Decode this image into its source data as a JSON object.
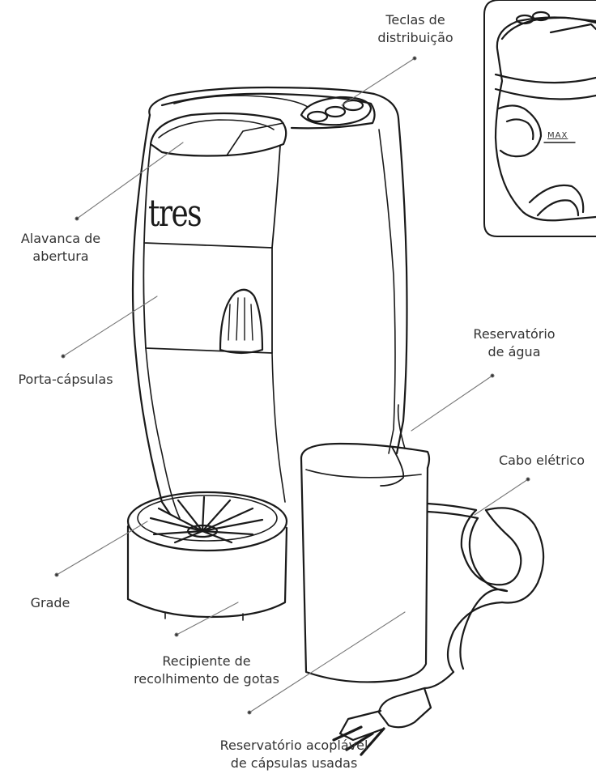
{
  "labels": {
    "teclas": [
      "Teclas de",
      "distribuição"
    ],
    "alavanca": [
      "Alavanca de",
      "abertura"
    ],
    "porta": [
      "Porta-cápsulas"
    ],
    "reservatorio_agua": [
      "Reservatório",
      "de água"
    ],
    "cabo": [
      "Cabo elétrico"
    ],
    "grade": [
      "Grade"
    ],
    "recipiente": [
      "Recipiente de",
      "recolhimento de gotas"
    ],
    "reservatorio_capsulas": [
      "Reservatório acoplável",
      "de cápsulas usadas"
    ]
  },
  "brand": "tres",
  "inset_mark": "MAX",
  "colors": {
    "stroke": "#1a1a1a",
    "text": "#333333",
    "leader": "#777777"
  }
}
